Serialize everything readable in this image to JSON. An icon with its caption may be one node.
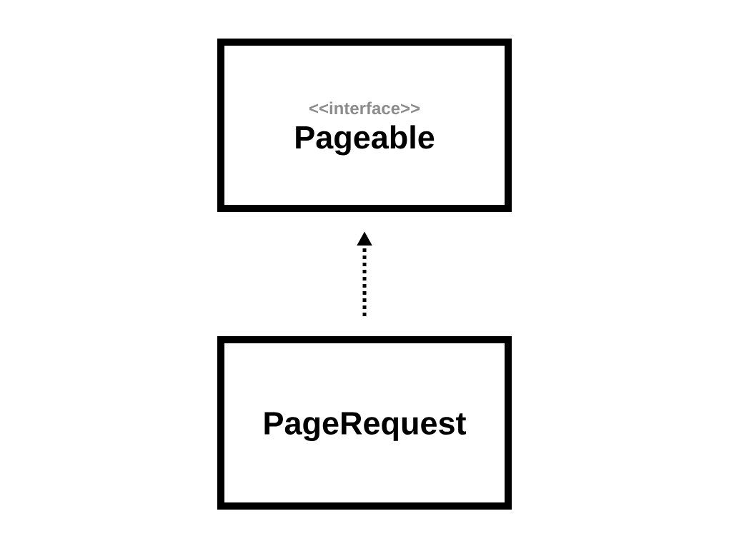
{
  "diagram": {
    "nodes": [
      {
        "text": [
          "<<interface>>",
          "Pageable"
        ]
      },
      {
        "text": [
          "PageRequest"
        ]
      }
    ],
    "edges": [
      {
        "from": 1,
        "to": 0,
        "arrow": "to",
        "style": "dashed"
      }
    ]
  }
}
